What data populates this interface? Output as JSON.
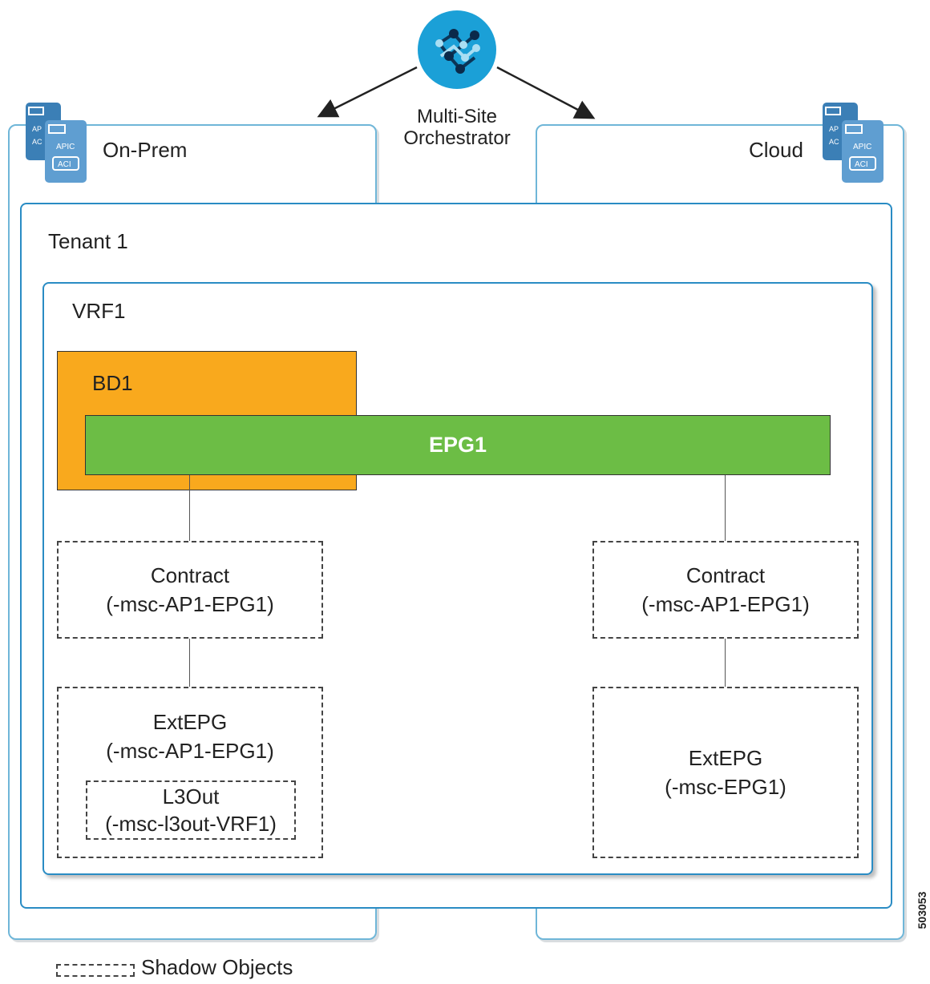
{
  "orchestrator": {
    "line1": "Multi-Site",
    "line2": "Orchestrator"
  },
  "sites": {
    "left": "On-Prem",
    "right": "Cloud"
  },
  "apic": {
    "label": "APIC",
    "sub": "ACI",
    "back_label": "AP",
    "back_sub": "AC"
  },
  "tenant": "Tenant 1",
  "vrf": "VRF1",
  "bd": "BD1",
  "epg": "EPG1",
  "left": {
    "contract": {
      "line1": "Contract",
      "line2": "(-msc-AP1-EPG1)"
    },
    "extepg": {
      "line1": "ExtEPG",
      "line2": "(-msc-AP1-EPG1)"
    },
    "l3out": {
      "line1": "L3Out",
      "line2": "(-msc-l3out-VRF1)"
    }
  },
  "right": {
    "contract": {
      "line1": "Contract",
      "line2": "(-msc-AP1-EPG1)"
    },
    "extepg": {
      "line1": "ExtEPG",
      "line2": "(-msc-EPG1)"
    }
  },
  "legend": {
    "label": "Shadow Objects"
  },
  "figure_id": "503053",
  "colors": {
    "bd": "#f9a91d",
    "epg": "#6cbd45",
    "frame": "#2a8cc4",
    "site": "#6fb6d8",
    "orchestrator": "#1ba0d7"
  }
}
